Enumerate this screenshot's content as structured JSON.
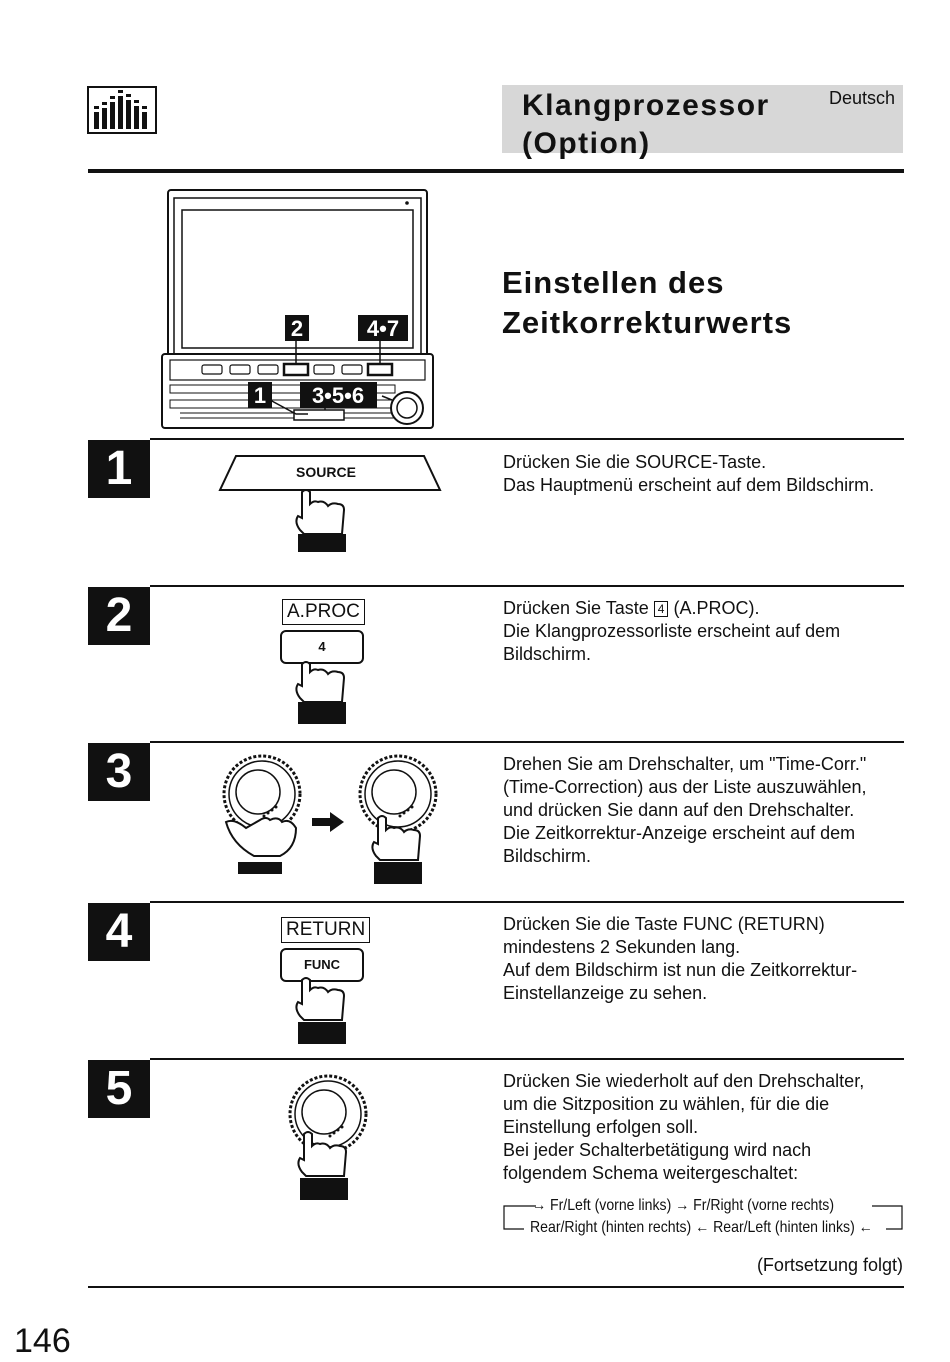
{
  "header": {
    "title": "Klangprozessor\n(Option)",
    "language": "Deutsch"
  },
  "device": {
    "callout_top_left": "2",
    "callout_top_right": "4•7",
    "callout_bottom_left": "1",
    "callout_bottom_right": "3•5•6"
  },
  "subtitle": "Einstellen des\nZeitkorrekturwerts",
  "steps": [
    {
      "number": "1",
      "button_label": "SOURCE",
      "lines": [
        "Drücken Sie die SOURCE-Taste.",
        "Das Hauptmenü erscheint auf dem Bildschirm."
      ]
    },
    {
      "number": "2",
      "box_label": "A.PROC",
      "button_label": "4",
      "line1_pre": "Drücken Sie Taste",
      "line1_key": "4",
      "line1_post": "(A.PROC).",
      "lines": [
        "Die Klangprozessorliste erscheint auf dem",
        "Bildschirm."
      ]
    },
    {
      "number": "3",
      "lines": [
        "Drehen Sie am Drehschalter, um \"Time-Corr.\"",
        "(Time-Correction) aus der Liste auszuwählen,",
        "und drücken Sie dann auf den Drehschalter.",
        "Die Zeitkorrektur-Anzeige erscheint auf dem",
        "Bildschirm."
      ]
    },
    {
      "number": "4",
      "box_label": "RETURN",
      "button_label": "FUNC",
      "lines": [
        "Drücken Sie die Taste FUNC (RETURN)",
        "mindestens 2 Sekunden lang.",
        "Auf dem Bildschirm ist nun die Zeitkorrektur-",
        "Einstellanzeige zu sehen."
      ]
    },
    {
      "number": "5",
      "lines": [
        "Drücken Sie wiederholt auf den Drehschalter,",
        "um die Sitzposition zu wählen, für die die",
        "Einstellung erfolgen soll.",
        "Bei jeder Schalterbetätigung wird nach",
        "folgendem Schema weitergeschaltet:"
      ],
      "sequence": {
        "line1": "→ Fr/Left (vorne links)   →   Fr/Right (vorne rechts)",
        "line2": "Rear/Right (hinten rechts) ← Rear/Left (hinten links) ←"
      }
    }
  ],
  "footer": {
    "continued": "(Fortsetzung folgt)",
    "page_number": "146"
  }
}
